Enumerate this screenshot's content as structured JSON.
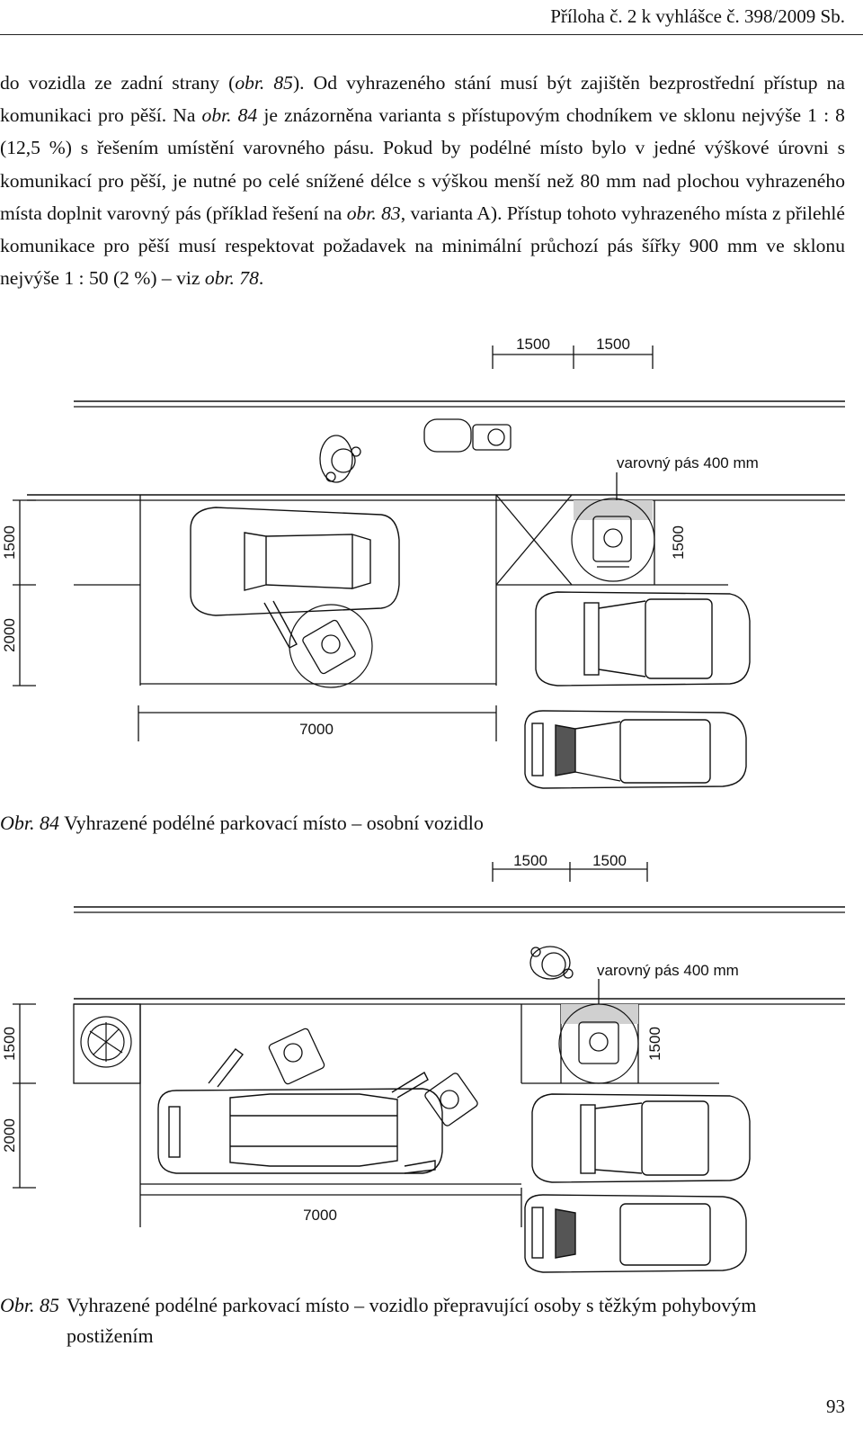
{
  "header": {
    "text": "Příloha č. 2 k vyhlášce č. 398/2009 Sb."
  },
  "body": {
    "s1": "do vozidla ze zadní strany (",
    "r1": "obr. 85",
    "s2": "). Od vyhrazeného stání musí být zajištěn bezprostřední přístup na komunikaci pro pěší. Na ",
    "r2": "obr. 84",
    "s3": " je znázorněna varianta s přístupovým chodníkem ve sklonu nejvýše 1 : 8 (12,5 %) s řešením umístění varovného pásu. Pokud by podélné místo bylo v jedné výškové úrovni s komunikací pro pěší, je nutné po celé snížené délce s výškou menší než 80 mm nad plochou vyhrazeného místa doplnit varovný pás (příklad řešení na ",
    "r3": "obr. 83",
    "s4": ", varianta A). Přístup tohoto vyhrazeného místa z přilehlé komunikace pro pěší musí respektovat požadavek na minimální průchozí pás šířky 900 mm ve sklonu nejvýše 1 : 50 (2 %) – viz ",
    "r4": "obr. 78",
    "s5": "."
  },
  "figure84": {
    "dim_top_1": "1500",
    "dim_top_2": "1500",
    "warning_label": "varovný pás 400 mm",
    "dim_left_1": "1500",
    "dim_left_2": "2000",
    "dim_right": "1500",
    "dim_bottom": "7000",
    "caption_num": "Obr. 84",
    "caption_text": "Vyhrazené podélné parkovací místo – osobní vozidlo"
  },
  "figure85": {
    "dim_top_1": "1500",
    "dim_top_2": "1500",
    "warning_label": "varovný pás 400 mm",
    "dim_left_1": "1500",
    "dim_left_2": "2000",
    "dim_right": "1500",
    "dim_bottom": "7000",
    "caption_num": "Obr. 85",
    "caption_text": "Vyhrazené podélné parkovací místo – vozidlo přepravující osoby s těžkým pohybovým postižením"
  },
  "page_number": "93",
  "colors": {
    "ink": "#111111",
    "warning_strip": "#d0d0d0"
  }
}
